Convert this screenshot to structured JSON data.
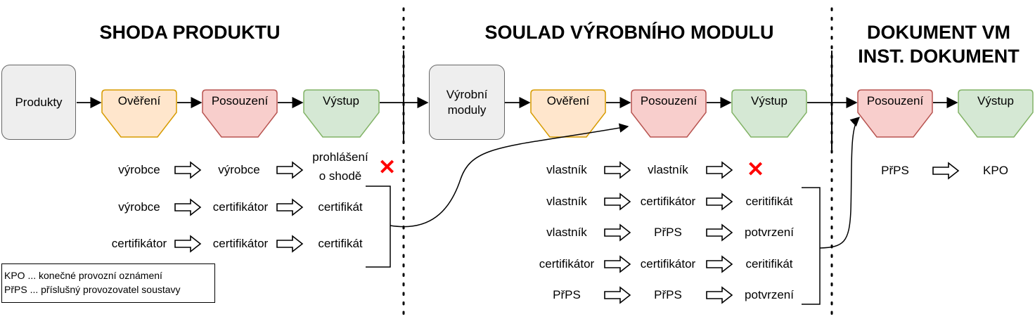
{
  "headers": {
    "section1": "SHODA PRODUKTU",
    "section2": "SOULAD VÝROBNÍHO MODULU",
    "section3_line1": "DOKUMENT VM",
    "section3_line2": "INST. DOKUMENT"
  },
  "flow1": {
    "start": "Produkty",
    "step1": "Ověření",
    "step2": "Posouzení",
    "step3": "Výstup"
  },
  "flow2": {
    "start_line1": "Výrobní",
    "start_line2": "moduly",
    "step1": "Ověření",
    "step2": "Posouzení",
    "step3": "Výstup"
  },
  "flow3": {
    "step1": "Posouzení",
    "step2": "Výstup"
  },
  "rows1": [
    {
      "a": "výrobce",
      "b": "výrobce",
      "c1": "prohlášení",
      "c2": "o shodě"
    },
    {
      "a": "výrobce",
      "b": "certifikátor",
      "c": "certifikát"
    },
    {
      "a": "certifikátor",
      "b": "certifikátor",
      "c": "certifikát"
    }
  ],
  "rows2": [
    {
      "a": "vlastník",
      "b": "vlastník",
      "c": ""
    },
    {
      "a": "vlastník",
      "b": "certifikátor",
      "c": "ceritifikát"
    },
    {
      "a": "vlastník",
      "b": "PřPS",
      "c": "potvrzení"
    },
    {
      "a": "certifikátor",
      "b": "certifikátor",
      "c": "ceritifikát"
    },
    {
      "a": "PřPS",
      "b": "PřPS",
      "c": "potvrzení"
    }
  ],
  "rows3": [
    {
      "a": "PřPS",
      "b": "KPO"
    }
  ],
  "legend": {
    "line1": "KPO ... konečné provozní oznámení",
    "line2": "PřPS ... příslušný provozovatel soustavy"
  },
  "cross_symbol": "✕",
  "colors": {
    "overeni_fill": "#ffe6cc",
    "overeni_stroke": "#d79b00",
    "posouzeni_fill": "#f8cecc",
    "posouzeni_stroke": "#b85450",
    "vystup_fill": "#d5e8d4",
    "vystup_stroke": "#82b366",
    "box_fill": "#eeeeee",
    "box_stroke": "#666666",
    "cross": "#ff0000"
  }
}
